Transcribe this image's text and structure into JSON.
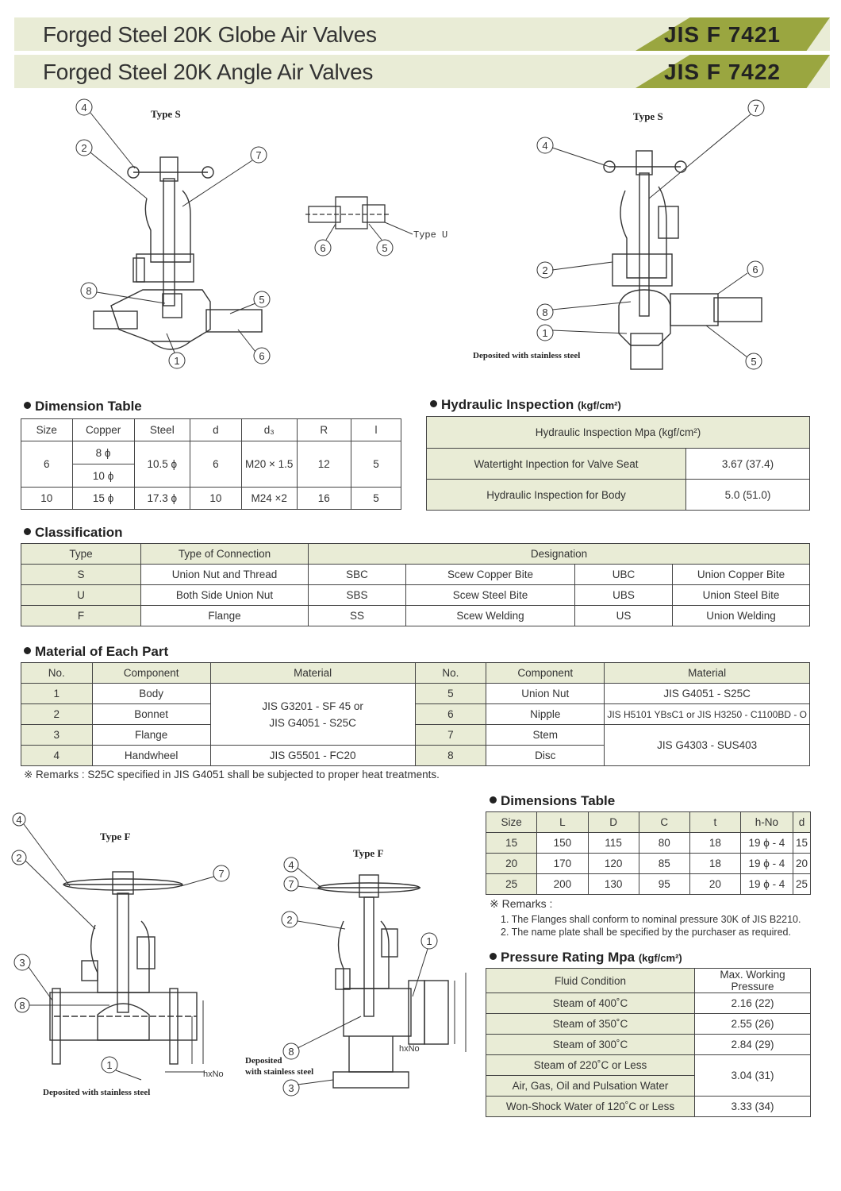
{
  "header": {
    "title1": "Forged Steel 20K Globe Air Valves",
    "code1": "JIS  F  7421",
    "title2": "Forged Steel 20K Angle Air Valves",
    "code2": "JIS  F  7422"
  },
  "drawings": {
    "type_s_left": "Type S",
    "type_u": "Type U",
    "type_s_right": "Type S",
    "deposited_right": "Deposited with stainless steel",
    "type_f_left": "Type F",
    "deposited_left": "Deposited with stainless steel",
    "type_f_right": "Type F",
    "deposited_mid_1": "Deposited",
    "deposited_mid_2": "with stainless steel",
    "hxno": "hxNo"
  },
  "dimension_table": {
    "title": "Dimension Table",
    "headers": [
      "Size",
      "Copper",
      "Steel",
      "d",
      "d₃",
      "R",
      "l"
    ],
    "rows": [
      {
        "size": "6",
        "copper_a": "8 ϕ",
        "copper_b": "10 ϕ",
        "steel": "10.5 ϕ",
        "d": "6",
        "d3": "M20 × 1.5",
        "r": "12",
        "l": "5"
      },
      {
        "size": "10",
        "copper": "15 ϕ",
        "steel": "17.3 ϕ",
        "d": "10",
        "d3": "M24 ×2",
        "r": "16",
        "l": "5"
      }
    ]
  },
  "hydraulic": {
    "title": "Hydraulic Inspection",
    "unit": "(kgf/cm²)",
    "header": "Hydraulic Inspection Mpa (kgf/cm²)",
    "rows": [
      {
        "label": "Watertight Inpection for Valve Seat",
        "value": "3.67 (37.4)"
      },
      {
        "label": "Hydraulic Inspection for Body",
        "value": "5.0 (51.0)"
      }
    ]
  },
  "classification": {
    "title": "Classification",
    "headers": [
      "Type",
      "Type of Connection",
      "Designation"
    ],
    "rows": [
      [
        "S",
        "Union Nut and Thread",
        "SBC",
        "Scew Copper Bite",
        "UBC",
        "Union Copper Bite"
      ],
      [
        "U",
        "Both Side Union Nut",
        "SBS",
        "Scew Steel Bite",
        "UBS",
        "Union Steel Bite"
      ],
      [
        "F",
        "Flange",
        "SS",
        "Scew Welding",
        "US",
        "Union Welding"
      ]
    ]
  },
  "material": {
    "title": "Material of Each Part",
    "headers": [
      "No.",
      "Component",
      "Material",
      "No.",
      "Component",
      "Material"
    ],
    "left": [
      {
        "no": "1",
        "comp": "Body"
      },
      {
        "no": "2",
        "comp": "Bonnet"
      },
      {
        "no": "3",
        "comp": "Flange"
      },
      {
        "no": "4",
        "comp": "Handwheel",
        "mat": "JIS G5501 - FC20"
      }
    ],
    "left_merged_mat_1": "JIS G3201 - SF 45 or",
    "left_merged_mat_2": "JIS G4051 - S25C",
    "right": [
      {
        "no": "5",
        "comp": "Union Nut",
        "mat": "JIS G4051 - S25C"
      },
      {
        "no": "6",
        "comp": "Nipple",
        "mat": "JIS H5101 YBsC1 or JIS H3250 - C1100BD - O"
      },
      {
        "no": "7",
        "comp": "Stem"
      },
      {
        "no": "8",
        "comp": "Disc"
      }
    ],
    "right_merged_mat": "JIS G4303 - SUS403",
    "remark": "※ Remarks : S25C specified in JIS G4051 shall be subjected to proper heat treatments."
  },
  "dimensions_table2": {
    "title": "Dimensions Table",
    "headers": [
      "Size",
      "L",
      "D",
      "C",
      "t",
      "h-No",
      "d"
    ],
    "rows": [
      [
        "15",
        "150",
        "115",
        "80",
        "18",
        "19 ϕ - 4",
        "15"
      ],
      [
        "20",
        "170",
        "120",
        "85",
        "18",
        "19 ϕ - 4",
        "20"
      ],
      [
        "25",
        "200",
        "130",
        "95",
        "20",
        "19 ϕ - 4",
        "25"
      ]
    ],
    "remarks_title": "※ Remarks :",
    "remark1": "1. The Flanges shall conform to nominal pressure 30K of JIS B2210.",
    "remark2": "2. The name plate shall be specified by the purchaser as required."
  },
  "pressure": {
    "title": "Pressure Rating Mpa",
    "unit": "(kgf/cm²)",
    "headers": [
      "Fluid Condition",
      "Max. Working Pressure"
    ],
    "rows": [
      {
        "cond": "Steam of 400˚C",
        "value": "2.16 (22)"
      },
      {
        "cond": "Steam of 350˚C",
        "value": "2.55 (26)"
      },
      {
        "cond": "Steam of 300˚C",
        "value": "2.84 (29)"
      },
      {
        "cond": "Steam of 220˚C  or Less"
      },
      {
        "cond": "Air, Gas, Oil and Pulsation Water"
      },
      {
        "cond": "Won-Shock Water of 120˚C  or Less",
        "value": "3.33 (34)"
      }
    ],
    "merged_value": "3.04 (31)"
  },
  "colors": {
    "band": "#e9ecd6",
    "tag": "#9aa640"
  }
}
